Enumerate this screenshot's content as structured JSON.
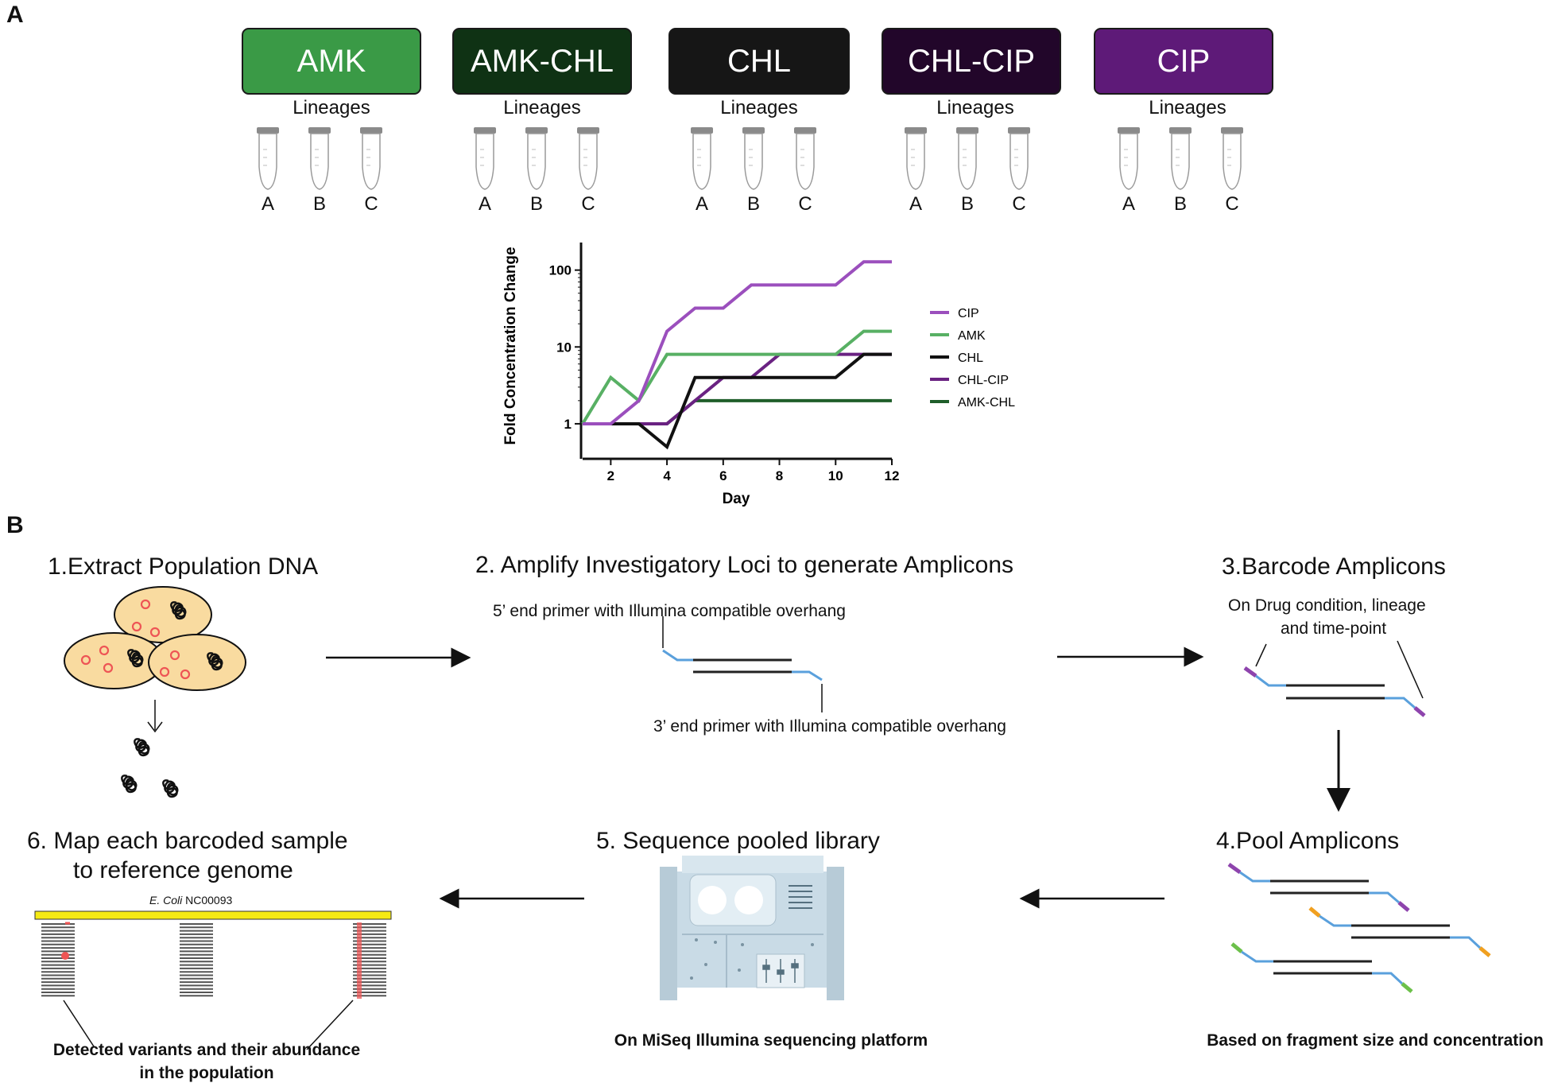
{
  "panels": {
    "a": "A",
    "b": "B"
  },
  "drugs": [
    {
      "label": "AMK",
      "color": "#3a9a46"
    },
    {
      "label": "AMK-CHL",
      "color": "#0f3214"
    },
    {
      "label": "CHL",
      "color": "#161616"
    },
    {
      "label": "CHL-CIP",
      "color": "#22062a"
    },
    {
      "label": "CIP",
      "color": "#5e1a78"
    }
  ],
  "lineages_label": "Lineages",
  "tubes": [
    "A",
    "B",
    "C"
  ],
  "chart_data": {
    "type": "line",
    "xlabel": "Day",
    "ylabel": "Fold Concentration Change",
    "x_ticks": [
      2,
      4,
      6,
      8,
      10,
      12
    ],
    "y_ticks": [
      1,
      10,
      100
    ],
    "y_scale": "log",
    "xlim": [
      1,
      12
    ],
    "ylim": [
      0.35,
      180
    ],
    "legend": "right",
    "series": [
      {
        "name": "CIP",
        "color": "#9b4fbd",
        "x": [
          1,
          2,
          3,
          4,
          5,
          6,
          7,
          8,
          9,
          10,
          11,
          12
        ],
        "y": [
          1,
          1,
          2,
          16,
          32,
          32,
          64,
          64,
          64,
          64,
          128,
          128
        ]
      },
      {
        "name": "AMK",
        "color": "#58b064",
        "x": [
          1,
          2,
          3,
          4,
          5,
          6,
          7,
          8,
          9,
          10,
          11,
          12
        ],
        "y": [
          1,
          4,
          2,
          8,
          8,
          8,
          8,
          8,
          8,
          8,
          16,
          16
        ]
      },
      {
        "name": "CHL",
        "color": "#111111",
        "x": [
          1,
          2,
          3,
          4,
          5,
          6,
          7,
          8,
          9,
          10,
          11,
          12
        ],
        "y": [
          1,
          1,
          1,
          0.5,
          4,
          4,
          4,
          4,
          4,
          4,
          8,
          8
        ]
      },
      {
        "name": "CHL-CIP",
        "color": "#6a2282",
        "x": [
          1,
          2,
          3,
          4,
          5,
          6,
          7,
          8,
          9,
          10,
          11,
          12
        ],
        "y": [
          1,
          1,
          1,
          1,
          2,
          4,
          4,
          8,
          8,
          8,
          8,
          8
        ]
      },
      {
        "name": "AMK-CHL",
        "color": "#1f5e2a",
        "x": [
          1,
          2,
          3,
          4,
          5,
          6,
          7,
          8,
          9,
          10,
          11,
          12
        ],
        "y": [
          1,
          1,
          1,
          1,
          2,
          2,
          2,
          2,
          2,
          2,
          2,
          2
        ]
      }
    ]
  },
  "steps": {
    "s1": "1.Extract Population DNA",
    "s2": "2. Amplify Investigatory Loci  to generate Amplicons",
    "s3": "3.Barcode Amplicons",
    "s4": "4.Pool Amplicons",
    "s5": "5. Sequence pooled library",
    "s6a": "6. Map each barcoded sample",
    "s6b": "to reference genome"
  },
  "notes": {
    "primer5": "5’ end primer with Illumina compatible overhang",
    "primer3": "3’ end primer with Illumina compatible overhang",
    "barcode1": "On Drug condition, lineage",
    "barcode2": "and time-point",
    "genome_italic": "E. Coli",
    "genome_id": " NC00093",
    "variants1": "Detected variants and their abundance",
    "variants2": "in the population",
    "platform": "On MiSeq Illumina sequencing platform",
    "pool_basis": "Based on fragment size and concentration"
  },
  "colors": {
    "primer_blue": "#5aa0dc",
    "barcode_purple": "#8e44ad",
    "barcode_orange": "#f0a020",
    "barcode_green": "#6cc04a",
    "genome_yellow": "#f5ea14",
    "cell_fill": "#f9dba0",
    "plasmid_red": "#ee5555"
  }
}
